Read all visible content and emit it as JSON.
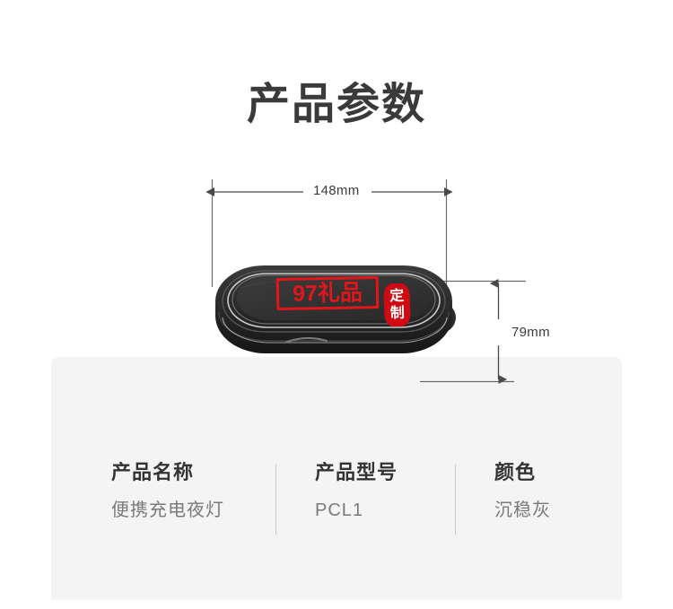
{
  "page": {
    "title": "产品参数",
    "background_color": "#ffffff",
    "panel_color": "#f4f4f4"
  },
  "dimensions": {
    "width_label": "148mm",
    "height_label": "79mm",
    "line_color": "#4a4a4a"
  },
  "product": {
    "body_color": "#2c2c2c",
    "watermark_text": "97礼品",
    "watermark_color": "#e2161a",
    "stamp_char_1": "定",
    "stamp_char_2": "制",
    "stamp_color": "#cf0a13"
  },
  "specs": {
    "columns": [
      {
        "name": "产品名称",
        "value": "便携充电夜灯"
      },
      {
        "name": "产品型号",
        "value": "PCL1"
      },
      {
        "name": "颜色",
        "value": "沉稳灰"
      }
    ]
  }
}
